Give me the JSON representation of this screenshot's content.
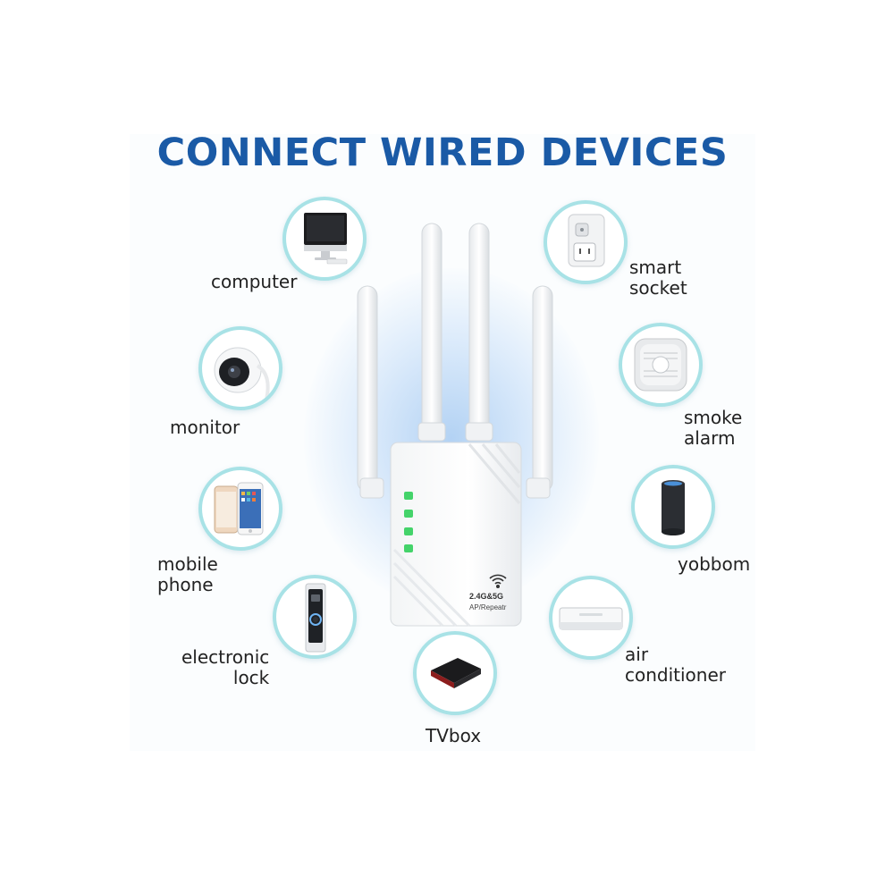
{
  "title": "CONNECT WIRED DEVICES",
  "devices": [
    {
      "id": "computer",
      "lines": [
        "computer"
      ],
      "icon": "computer-icon"
    },
    {
      "id": "monitor",
      "lines": [
        "monitor"
      ],
      "icon": "security-camera-icon"
    },
    {
      "id": "mobile-phone",
      "lines": [
        "mobile",
        "phone"
      ],
      "icon": "smartphone-icon"
    },
    {
      "id": "electronic-lock",
      "lines": [
        "electronic",
        "lock"
      ],
      "icon": "video-doorbell-icon"
    },
    {
      "id": "tvbox",
      "lines": [
        "TVbox"
      ],
      "icon": "tv-box-icon"
    },
    {
      "id": "smart-socket",
      "lines": [
        "smart",
        "socket"
      ],
      "icon": "smart-plug-icon"
    },
    {
      "id": "smoke-alarm",
      "lines": [
        "smoke",
        "alarm"
      ],
      "icon": "smoke-detector-icon"
    },
    {
      "id": "yobbom",
      "lines": [
        "yobbom"
      ],
      "icon": "smart-speaker-icon"
    },
    {
      "id": "air-conditioner",
      "lines": [
        "air",
        "conditioner"
      ],
      "icon": "air-conditioner-icon"
    }
  ],
  "router": {
    "band_label": "2.4G&5G",
    "mode_label": "AP/Repeatr",
    "icon": "wifi-icon"
  },
  "colors": {
    "title": "#1a5aa6",
    "circle_border": "#a8e2e6",
    "glow": "#8fc0ee",
    "led": "#44d36a"
  }
}
